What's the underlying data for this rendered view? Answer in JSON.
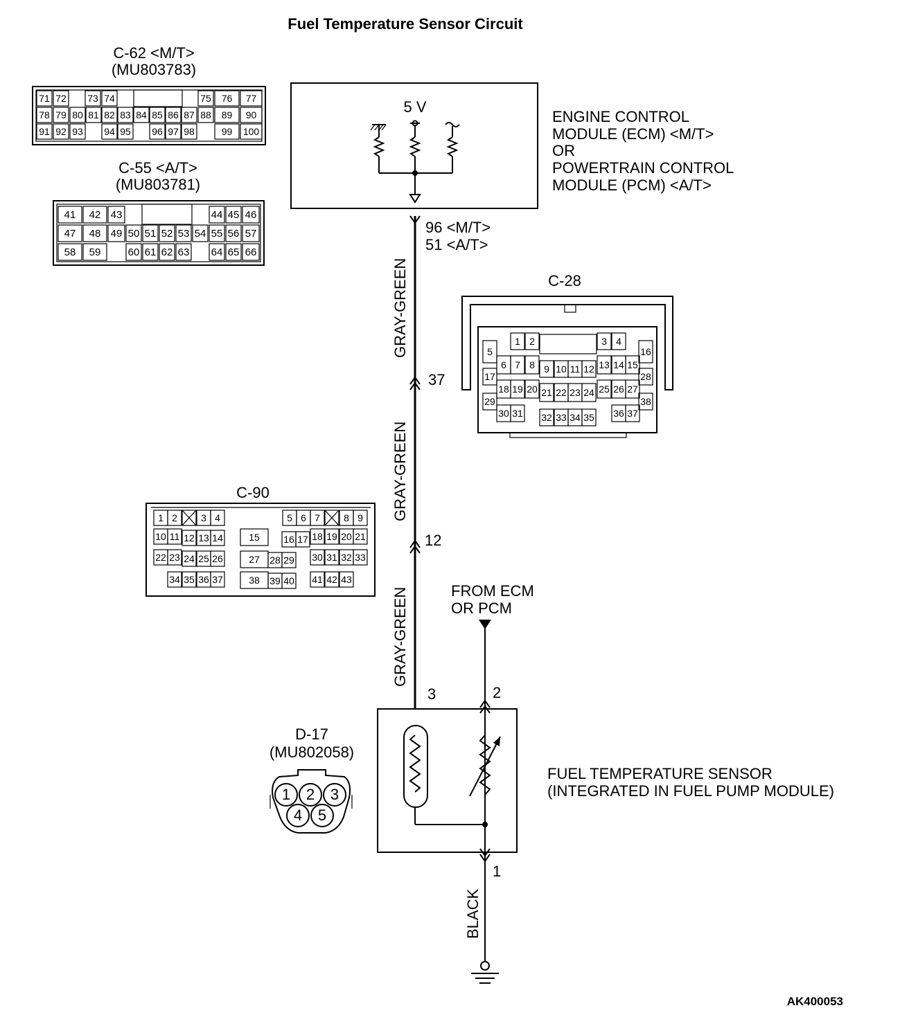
{
  "title": "Fuel Temperature Sensor Circuit",
  "footer_code": "AK400053",
  "ecm": {
    "voltage": "5 V",
    "lines": [
      "ENGINE CONTROL",
      "MODULE (ECM) <M/T>",
      "OR",
      "POWERTRAIN CONTROL",
      "MODULE (PCM) <A/T>"
    ],
    "terminal_mt": "96 <M/T>",
    "terminal_at": "51 <A/T>"
  },
  "wires": {
    "seg1_color": "GRAY-GREEN",
    "seg2_color": "GRAY-GREEN",
    "seg3_color": "GRAY-GREEN",
    "ground_color": "BLACK",
    "c28_pin": "37",
    "c90_pin": "12"
  },
  "from_ecm": [
    "FROM ECM",
    "OR PCM"
  ],
  "sensor": {
    "pin3": "3",
    "pin2": "2",
    "pin1": "1",
    "lines": [
      "FUEL TEMPERATURE SENSOR",
      "(INTEGRATED IN FUEL PUMP MODULE)"
    ]
  },
  "connectors": {
    "c62": {
      "name": "C-62 <M/T>",
      "part": "(MU803783)",
      "rows": [
        [
          "71",
          "72",
          "",
          "73",
          "74",
          "",
          "",
          "",
          "",
          "75",
          "76",
          "77"
        ],
        [
          "78",
          "79",
          "80",
          "81",
          "82",
          "83",
          "84",
          "85",
          "86",
          "87",
          "88",
          "89",
          "90"
        ],
        [
          "91",
          "92",
          "93",
          "",
          "94",
          "95",
          "",
          "96",
          "97",
          "98",
          "",
          "99",
          "100"
        ]
      ]
    },
    "c55": {
      "name": "C-55 <A/T>",
      "part": "(MU803781)",
      "rows": [
        [
          "41",
          "42",
          "43",
          "44",
          "45",
          "46"
        ],
        [
          "47",
          "48",
          "49",
          "50",
          "51",
          "52",
          "53",
          "54",
          "55",
          "56",
          "57"
        ],
        [
          "58",
          "59",
          "60",
          "61",
          "62",
          "63",
          "64",
          "65",
          "66"
        ]
      ]
    },
    "c28": {
      "name": "C-28",
      "pins": [
        "1",
        "2",
        "3",
        "4",
        "5",
        "6",
        "7",
        "8",
        "9",
        "10",
        "11",
        "12",
        "13",
        "14",
        "15",
        "16",
        "17",
        "18",
        "19",
        "20",
        "21",
        "22",
        "23",
        "24",
        "25",
        "26",
        "27",
        "28",
        "29",
        "30",
        "31",
        "32",
        "33",
        "34",
        "35",
        "36",
        "37",
        "38"
      ]
    },
    "c90": {
      "name": "C-90",
      "pins": [
        "1",
        "2",
        "3",
        "4",
        "5",
        "6",
        "7",
        "8",
        "9",
        "10",
        "11",
        "12",
        "13",
        "14",
        "15",
        "16",
        "17",
        "18",
        "19",
        "20",
        "21",
        "22",
        "23",
        "24",
        "25",
        "26",
        "27",
        "28",
        "29",
        "30",
        "31",
        "32",
        "33",
        "34",
        "35",
        "36",
        "37",
        "38",
        "39",
        "40",
        "41",
        "42",
        "43"
      ]
    },
    "d17": {
      "name": "D-17",
      "part": "(MU802058)",
      "pins": [
        "1",
        "2",
        "3",
        "4",
        "5"
      ]
    }
  }
}
